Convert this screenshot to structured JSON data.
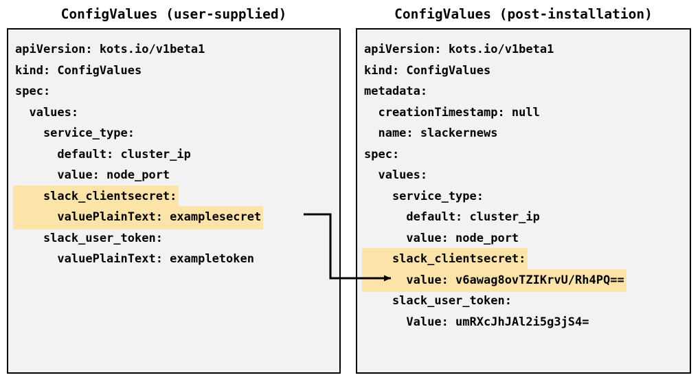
{
  "panels": {
    "left": {
      "title": "ConfigValues (user-supplied)",
      "lines": [
        {
          "text": "apiVersion: kots.io/v1beta1",
          "highlight": false
        },
        {
          "text": "kind: ConfigValues",
          "highlight": false
        },
        {
          "text": "spec:",
          "highlight": false
        },
        {
          "text": "  values:",
          "highlight": false
        },
        {
          "text": "    service_type:",
          "highlight": false
        },
        {
          "text": "      default: cluster_ip",
          "highlight": false
        },
        {
          "text": "      value: node_port",
          "highlight": false
        },
        {
          "text": "    slack_clientsecret:",
          "highlight": true
        },
        {
          "text": "      valuePlainText: examplesecret",
          "highlight": true
        },
        {
          "text": "    slack_user_token:",
          "highlight": false
        },
        {
          "text": "      valuePlainText: exampletoken",
          "highlight": false
        }
      ]
    },
    "right": {
      "title": "ConfigValues (post-installation)",
      "lines": [
        {
          "text": "apiVersion: kots.io/v1beta1",
          "highlight": false
        },
        {
          "text": "kind: ConfigValues",
          "highlight": false
        },
        {
          "text": "metadata:",
          "highlight": false
        },
        {
          "text": "  creationTimestamp: null",
          "highlight": false
        },
        {
          "text": "  name: slackernews",
          "highlight": false
        },
        {
          "text": "spec:",
          "highlight": false
        },
        {
          "text": "  values:",
          "highlight": false
        },
        {
          "text": "    service_type:",
          "highlight": false
        },
        {
          "text": "      default: cluster_ip",
          "highlight": false
        },
        {
          "text": "      value: node_port",
          "highlight": false
        },
        {
          "text": "    slack_clientsecret:",
          "highlight": true
        },
        {
          "text": "      value: v6awag8ovTZIKrvU/Rh4PQ==",
          "highlight": true
        },
        {
          "text": "    slack_user_token:",
          "highlight": false
        },
        {
          "text": "      Value: umRXcJhJAl2i5g3jS4=",
          "highlight": false
        }
      ]
    }
  },
  "connector": {
    "name": "secret-transform-arrow",
    "from_label": "valuePlainText: examplesecret",
    "to_label": "value: v6awag8ovTZIKrvU/Rh4PQ=="
  },
  "colors": {
    "highlight": "#fce4a8",
    "panel_background": "#f2f2f2",
    "panel_border": "#000000",
    "text": "#000000",
    "page_background": "#ffffff"
  }
}
